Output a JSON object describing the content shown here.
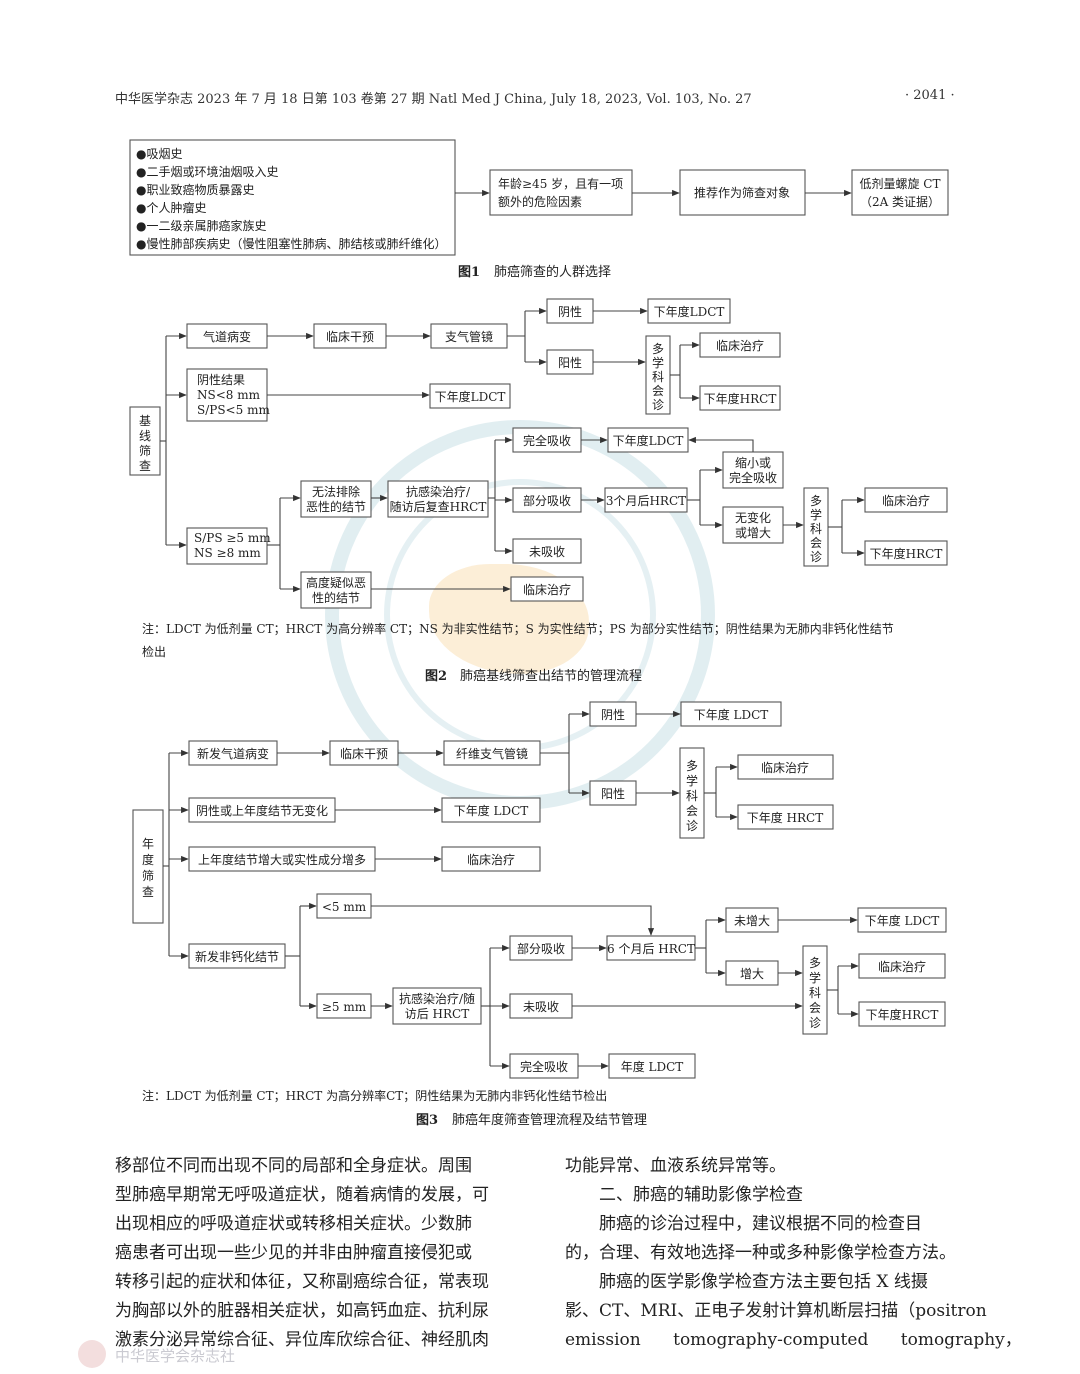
{
  "header": {
    "journal": "中华医学杂志 2023 年 7 月 18 日第 103 卷第 27 期   Natl Med J China, July 18, 2023, Vol. 103, No. 27",
    "page": "· 2041 ·"
  },
  "fig1": {
    "risks": [
      "●吸烟史",
      "●二手烟或环境油烟吸入史",
      "●职业致癌物质暴露史",
      "●个人肿瘤史",
      "●一二级亲属肺癌家族史",
      "●慢性肺部疾病史（慢性阻塞性肺病、肺结核或肺纤维化）"
    ],
    "age_l1": "年龄≥45 岁，且有一项",
    "age_l2": "额外的危险因素",
    "recommend": "推荐作为筛查对象",
    "ct_l1": "低剂量螺旋 CT",
    "ct_l2": "（2A 类证据）",
    "caption_num": "图1",
    "caption": "肺癌筛查的人群选择"
  },
  "fig2": {
    "baseline": [
      "基",
      "线",
      "筛",
      "查"
    ],
    "airway": "气道病变",
    "intervene": "临床干预",
    "broncho": "支气管镜",
    "neg": "阴性",
    "pos": "阳性",
    "ldct": "下年度LDCT",
    "mdt": [
      "多",
      "学",
      "科",
      "会",
      "诊"
    ],
    "treat": "临床治疗",
    "hrct": "下年度HRCT",
    "negres": [
      "阴性结果",
      "NS<8 mm",
      "S/PS<5 mm"
    ],
    "sps": [
      "S/PS ≥5 mm",
      "NS ≥8 mm"
    ],
    "cannot": [
      "无法排除",
      "恶性的结节"
    ],
    "anti": [
      "抗感染治疗/",
      "随访后复查HRCT"
    ],
    "full": "完全吸收",
    "partial": "部分吸收",
    "none": "未吸收",
    "m3": "3个月后HRCT",
    "shrink": [
      "缩小或",
      "完全吸收"
    ],
    "nochange": [
      "无变化",
      "或增大"
    ],
    "highsusp": [
      "高度疑似恶",
      "性的结节"
    ],
    "note1": "注：LDCT 为低剂量 CT；HRCT 为高分辨率 CT；NS 为非实性结节；S 为实性结节；PS 为部分实性结节；阴性结果为无肺内非钙化性结节",
    "note2": "检出",
    "caption_num": "图2",
    "caption": "肺癌基线筛查出结节的管理流程"
  },
  "fig3": {
    "annual": [
      "年",
      "度",
      "筛",
      "查"
    ],
    "newairway": "新发气道病变",
    "intervene": "临床干预",
    "fiber": "纤维支气管镜",
    "neg": "阴性",
    "pos": "阳性",
    "ldct": "下年度 LDCT",
    "mdt": [
      "多",
      "学",
      "科",
      "会",
      "诊"
    ],
    "treat": "临床治疗",
    "hrct": "下年度 HRCT",
    "negunch": "阴性或上年度结节无变化",
    "grow": "上年度结节增大或实性成分增多",
    "newnod": "新发非钙化结节",
    "lt5": "<5 mm",
    "ge5": "≥5 mm",
    "anti": [
      "抗感染治疗/随",
      "访后 HRCT"
    ],
    "partial": "部分吸收",
    "m6": "6 个月后 HRCT",
    "notgrow": "未增大",
    "enlarge": "增大",
    "none": "未吸收",
    "full": "完全吸收",
    "yearldct": "年度 LDCT",
    "ldct2": "下年度 LDCT",
    "hrct2": "下年度HRCT",
    "note": "注：LDCT 为低剂量 CT；HRCT 为高分辨率CT；阴性结果为无肺内非钙化性结节检出",
    "caption_num": "图3",
    "caption": "肺癌年度筛查管理流程及结节管理"
  },
  "body": {
    "left": [
      "移部位不同而出现不同的局部和全身症状。周围",
      "型肺癌早期常无呼吸道症状，随着病情的发展，可",
      "出现相应的呼吸道症状或转移相关症状。少数肺",
      "癌患者可出现一些少见的并非由肿瘤直接侵犯或",
      "转移引起的症状和体征，又称副癌综合征，常表现",
      "为胸部以外的脏器相关症状，如高钙血症、抗利尿",
      "激素分泌异常综合征、异位库欣综合征、神经肌肉"
    ],
    "right": [
      "功能异常、血液系统异常等。",
      "　　二、肺癌的辅助影像学检查",
      "　　肺癌的诊治过程中，建议根据不同的检查目",
      "的，合理、有效地选择一种或多种影像学检查方法。",
      "　　肺癌的医学影像学检查方法主要包括 X 线摄",
      "影、CT、MRI、正电子发射计算机断层扫描（positron",
      "emission      tomography-computed      tomography，"
    ]
  },
  "footer": {
    "text": "中华医学会杂志社"
  }
}
